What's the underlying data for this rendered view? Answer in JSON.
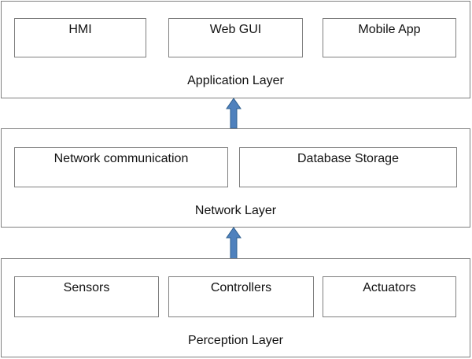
{
  "layers": {
    "application": {
      "label": "Application Layer",
      "items": [
        "HMI",
        "Web GUI",
        "Mobile App"
      ]
    },
    "network": {
      "label": "Network Layer",
      "items": [
        "Network communication",
        "Database Storage"
      ]
    },
    "perception": {
      "label": "Perception Layer",
      "items": [
        "Sensors",
        "Controllers",
        "Actuators"
      ]
    }
  },
  "colors": {
    "border": "#7f7f7f",
    "arrow_fill": "#4f81bd",
    "arrow_stroke": "#2e5f8f",
    "text": "#111111"
  }
}
